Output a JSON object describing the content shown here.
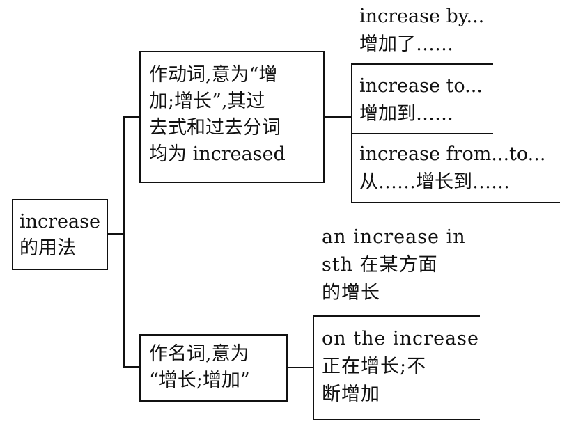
{
  "root": {
    "lines": [
      "increase",
      "的用法"
    ]
  },
  "verb_box": {
    "lines": [
      "作动词,意为“增",
      "加;增长”,其过",
      "去式和过去分词",
      "均为 increased"
    ]
  },
  "noun_box": {
    "lines": [
      "作名词,意为",
      "“增长;增加”"
    ]
  },
  "verb_uses": [
    {
      "lines": [
        "increase by...",
        "增加了……"
      ]
    },
    {
      "lines": [
        "increase to...",
        "增加到……"
      ]
    },
    {
      "lines": [
        "increase from...to...",
        "从……增长到……"
      ]
    }
  ],
  "noun_uses": [
    {
      "lines": [
        "an increase in",
        "sth 在某方面",
        "的增长"
      ]
    },
    {
      "lines": [
        "on the increase",
        "正在增长;不",
        "断增加"
      ]
    }
  ]
}
